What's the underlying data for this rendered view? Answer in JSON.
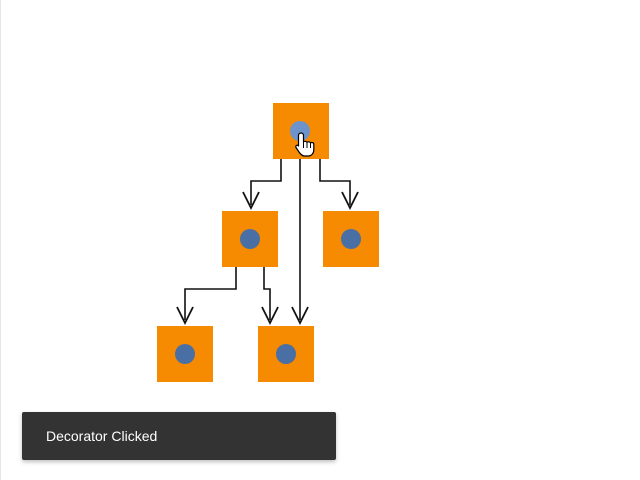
{
  "diagram": {
    "nodes": [
      {
        "id": "root",
        "decorator_state": "hovered"
      },
      {
        "id": "child-left"
      },
      {
        "id": "child-right"
      },
      {
        "id": "grandchild-left"
      },
      {
        "id": "grandchild-middle"
      }
    ],
    "edges": [
      {
        "from": "root",
        "to": "child-left"
      },
      {
        "from": "root",
        "to": "child-right"
      },
      {
        "from": "root",
        "to": "grandchild-middle"
      },
      {
        "from": "child-left",
        "to": "grandchild-left"
      },
      {
        "from": "child-left",
        "to": "grandchild-middle"
      }
    ],
    "colors": {
      "node": "#f68a00",
      "decorator": "#4a6fa5",
      "decorator_hover": "#6d93cc",
      "edge": "#111111"
    }
  },
  "cursor": {
    "icon": "hand-pointer-icon"
  },
  "toast": {
    "message": "Decorator Clicked",
    "background": "#333333"
  }
}
